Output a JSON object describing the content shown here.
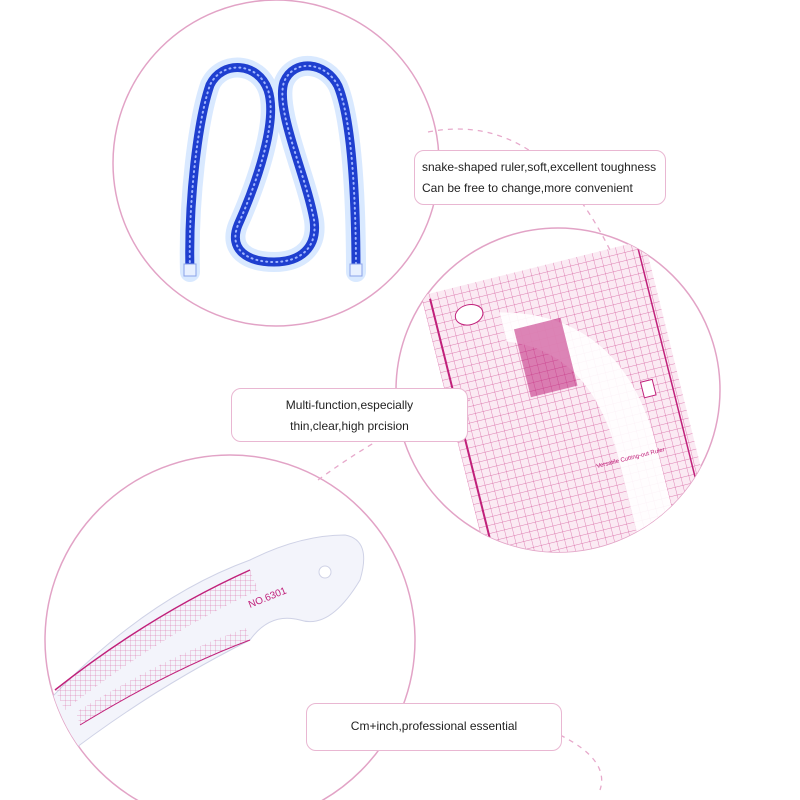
{
  "callouts": {
    "snake_ruler": {
      "line1": "snake-shaped ruler,soft,excellent toughness",
      "line2": "Can be free to change,more convenient"
    },
    "multi_function": {
      "line1": "Multi-function,especially",
      "line2": "thin,clear,high prcision"
    },
    "cm_inch": {
      "line1": "Cm+inch,professional essential"
    }
  },
  "ruler_labels": {
    "model_number": "NO.6301",
    "pattern_ruler_caption": "Versatile Cutting-out Ruler"
  },
  "colors": {
    "circle_border": "#e2a3c6",
    "callout_border": "#e9b7d2",
    "snake_blue": "#1f3fcf",
    "ruler_magenta": "#c0207a",
    "dash": "#e7a9cb"
  }
}
